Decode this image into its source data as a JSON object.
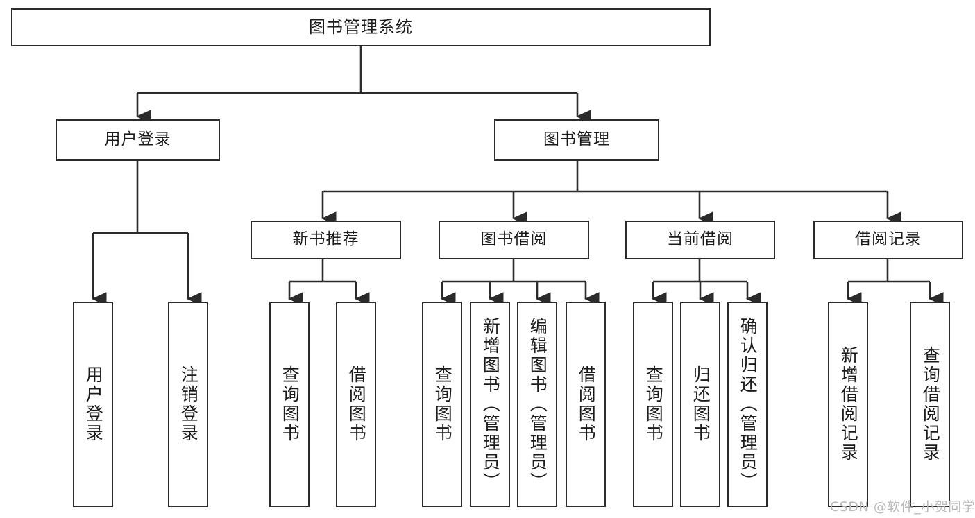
{
  "diagram": {
    "type": "tree",
    "title": "图书管理系统",
    "theme": {
      "background": "#ffffff",
      "box_border": "#2b2b2b",
      "box_fill": "#ffffff",
      "connector": "#2b2b2b",
      "text": "#1b1b1b",
      "watermark": "#b8b8b8"
    },
    "root": {
      "label": "图书管理系统"
    },
    "level2": [
      {
        "label": "用户登录"
      },
      {
        "label": "图书管理"
      }
    ],
    "level3": [
      {
        "label": "新书推荐"
      },
      {
        "label": "图书借阅"
      },
      {
        "label": "当前借阅"
      },
      {
        "label": "借阅记录"
      }
    ],
    "leaves": {
      "user_login": [
        {
          "label": "用户登录"
        },
        {
          "label": "注销登录"
        }
      ],
      "new_book_recommend": [
        {
          "label": "查询图书"
        },
        {
          "label": "借阅图书"
        }
      ],
      "book_borrow": [
        {
          "label": "查询图书"
        },
        {
          "label": "新增图书（管理员）"
        },
        {
          "label": "编辑图书（管理员）"
        },
        {
          "label": "借阅图书"
        }
      ],
      "current_borrow": [
        {
          "label": "查询图书"
        },
        {
          "label": "归还图书"
        },
        {
          "label": "确认归还（管理员）"
        }
      ],
      "borrow_record": [
        {
          "label": "新增借阅记录"
        },
        {
          "label": "查询借阅记录"
        }
      ]
    }
  },
  "watermark": {
    "text": "CSDN @软件_小贺同学"
  }
}
